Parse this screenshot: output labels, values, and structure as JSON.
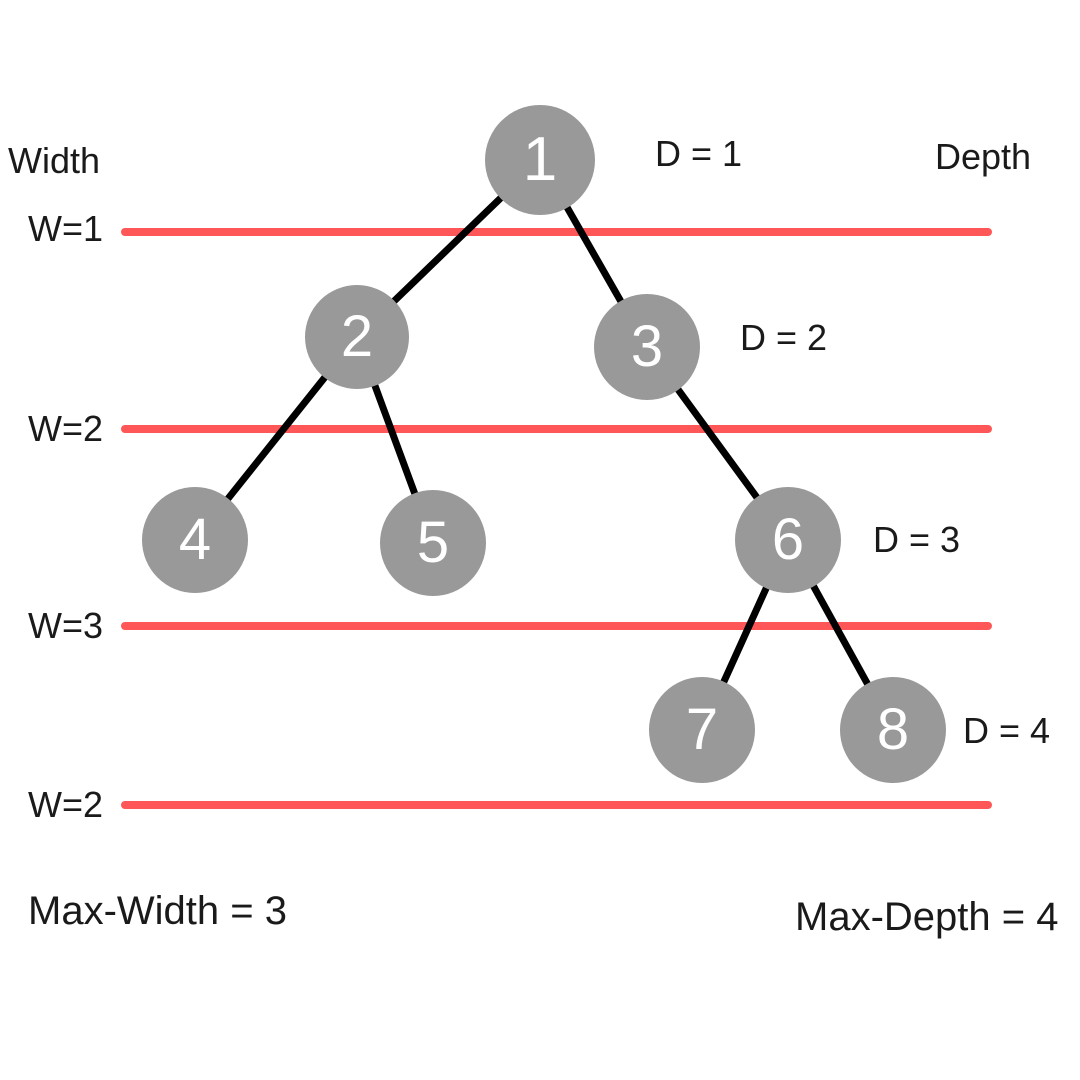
{
  "colors": {
    "node_fill": "#999999",
    "node_text": "#ffffff",
    "edge": "#000000",
    "width_line": "#ff5757",
    "text": "#1a1a1a"
  },
  "axes": {
    "width_title": "Width",
    "depth_title": "Depth"
  },
  "tree": {
    "nodes": [
      {
        "label": "1"
      },
      {
        "label": "2"
      },
      {
        "label": "3"
      },
      {
        "label": "4"
      },
      {
        "label": "5"
      },
      {
        "label": "6"
      },
      {
        "label": "7"
      },
      {
        "label": "8"
      }
    ],
    "edges": [
      [
        "1",
        "2"
      ],
      [
        "1",
        "3"
      ],
      [
        "2",
        "4"
      ],
      [
        "2",
        "5"
      ],
      [
        "3",
        "6"
      ],
      [
        "6",
        "7"
      ],
      [
        "6",
        "8"
      ]
    ]
  },
  "width_labels": [
    "W=1",
    "W=2",
    "W=3",
    "W=2"
  ],
  "depth_labels": [
    "D = 1",
    "D = 2",
    "D = 3",
    "D = 4"
  ],
  "summary": {
    "max_width": "Max-Width = 3",
    "max_depth": "Max-Depth = 4"
  }
}
